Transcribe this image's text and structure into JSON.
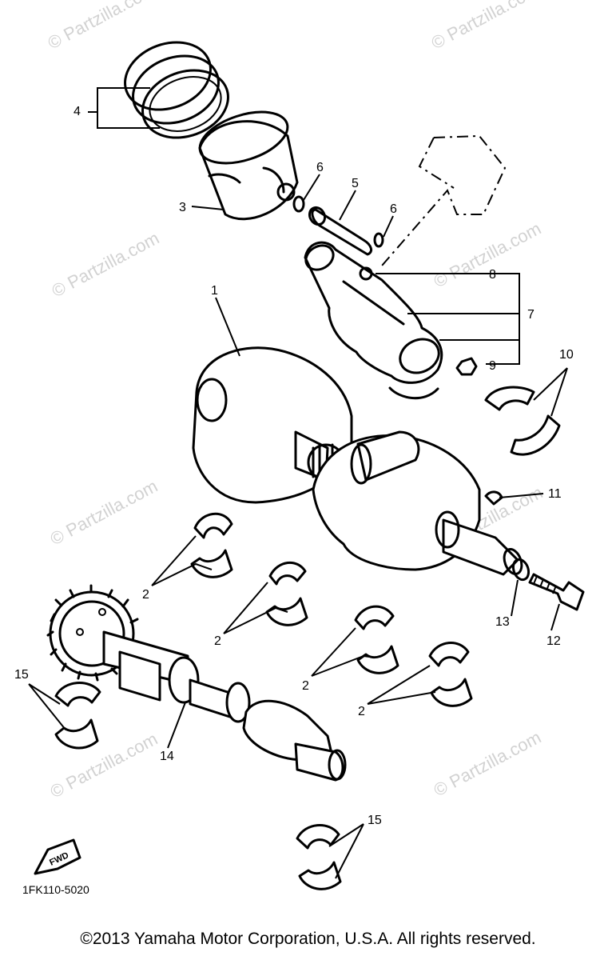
{
  "watermark": "© Partzilla.com",
  "callouts": {
    "c1": "1",
    "c2a": "2",
    "c2b": "2",
    "c2c": "2",
    "c2d": "2",
    "c3": "3",
    "c4": "4",
    "c5": "5",
    "c6a": "6",
    "c6b": "6",
    "c7": "7",
    "c8": "8",
    "c9": "9",
    "c10": "10",
    "c11": "11",
    "c12": "12",
    "c13": "13",
    "c14": "14",
    "c15a": "15",
    "c15b": "15"
  },
  "fwd_label": "FWD",
  "diagram_ref": "1FK110-5020",
  "copyright": "©2013 Yamaha Motor Corporation, U.S.A. All rights reserved.",
  "colors": {
    "ink": "#000000",
    "watermark": "#d2d2d2",
    "background": "#ffffff"
  }
}
